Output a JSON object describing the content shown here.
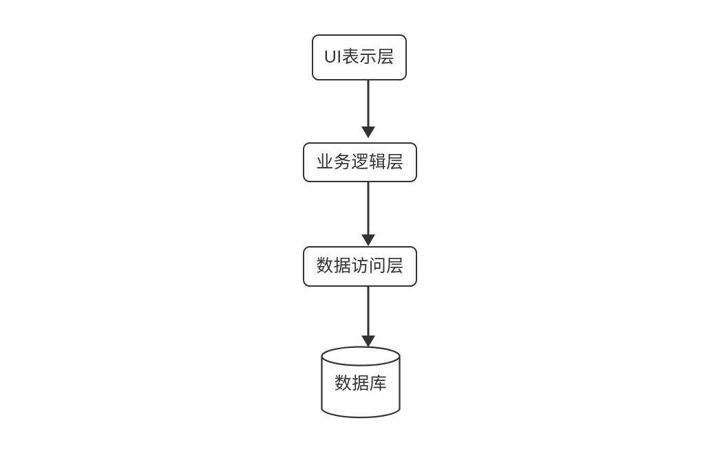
{
  "diagram": {
    "title": "",
    "background_color": "#ffffff",
    "stroke_color": "#333333",
    "text_color": "#333333",
    "nodes": [
      {
        "id": "ui",
        "label": "UI表示层",
        "shape": "rounded-rectangle"
      },
      {
        "id": "business",
        "label": "业务逻辑层",
        "shape": "rounded-rectangle"
      },
      {
        "id": "dataaccess",
        "label": "数据访问层",
        "shape": "rounded-rectangle"
      },
      {
        "id": "database",
        "label": "数据库",
        "shape": "cylinder"
      }
    ],
    "edges": [
      {
        "id": "edge-ui-business",
        "from": "ui",
        "to": "business",
        "label": "",
        "arrow": "down"
      },
      {
        "id": "edge-business-dataaccess",
        "from": "business",
        "to": "dataaccess",
        "label": "",
        "arrow": "down"
      },
      {
        "id": "edge-dataaccess-database",
        "from": "dataaccess",
        "to": "database",
        "label": "",
        "arrow": "down"
      }
    ]
  }
}
